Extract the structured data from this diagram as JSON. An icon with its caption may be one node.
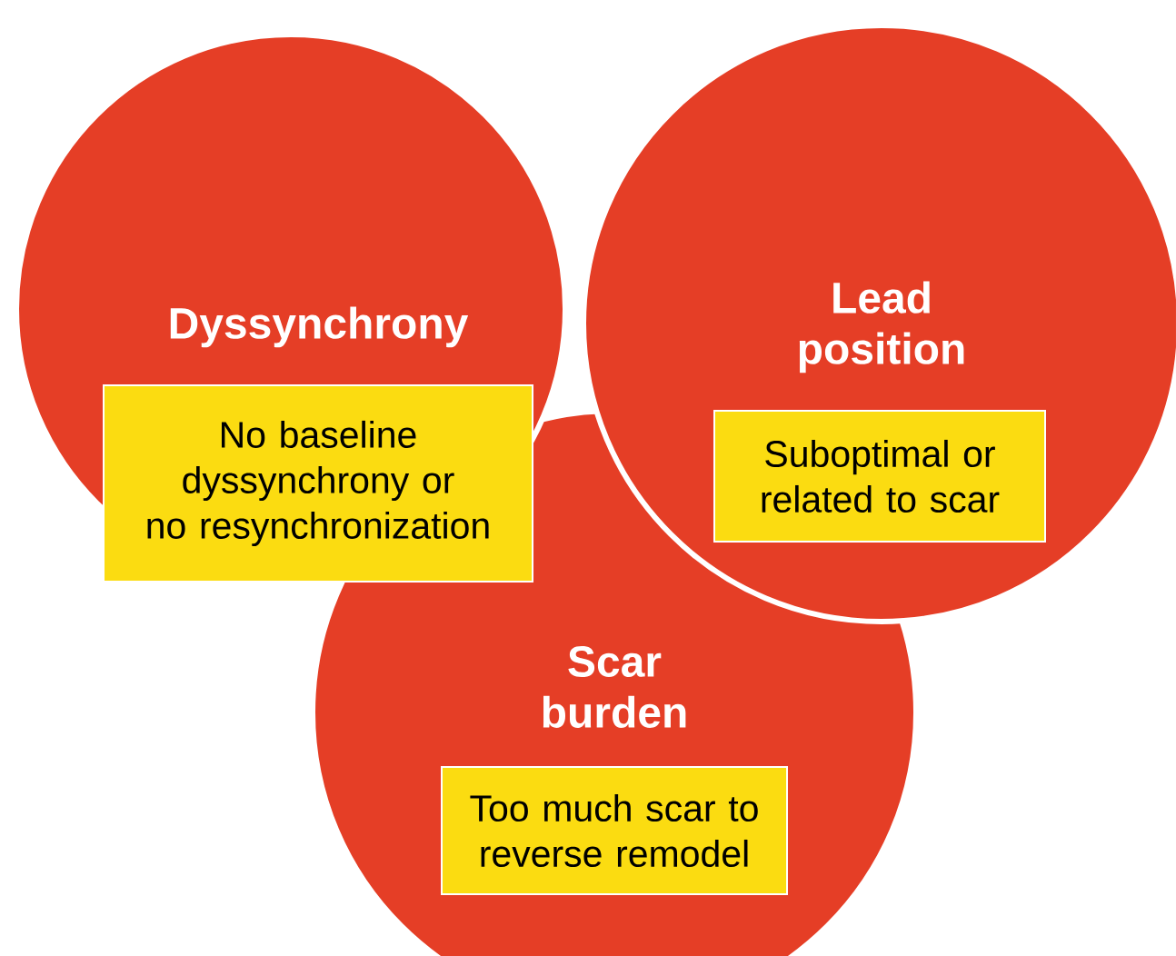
{
  "diagram": {
    "nodes": [
      {
        "text": [
          "Dyssynchrony"
        ]
      },
      {
        "text": [
          "No baseline dyssynchrony or no resynchronization"
        ],
        "in": 0
      },
      {
        "text": [
          "Lead position"
        ]
      },
      {
        "text": [
          "Suboptimal or related to scar"
        ],
        "in": 2
      },
      {
        "text": [
          "Scar burden"
        ]
      },
      {
        "text": [
          "Too much scar to reverse remodel"
        ],
        "in": 4
      }
    ]
  }
}
